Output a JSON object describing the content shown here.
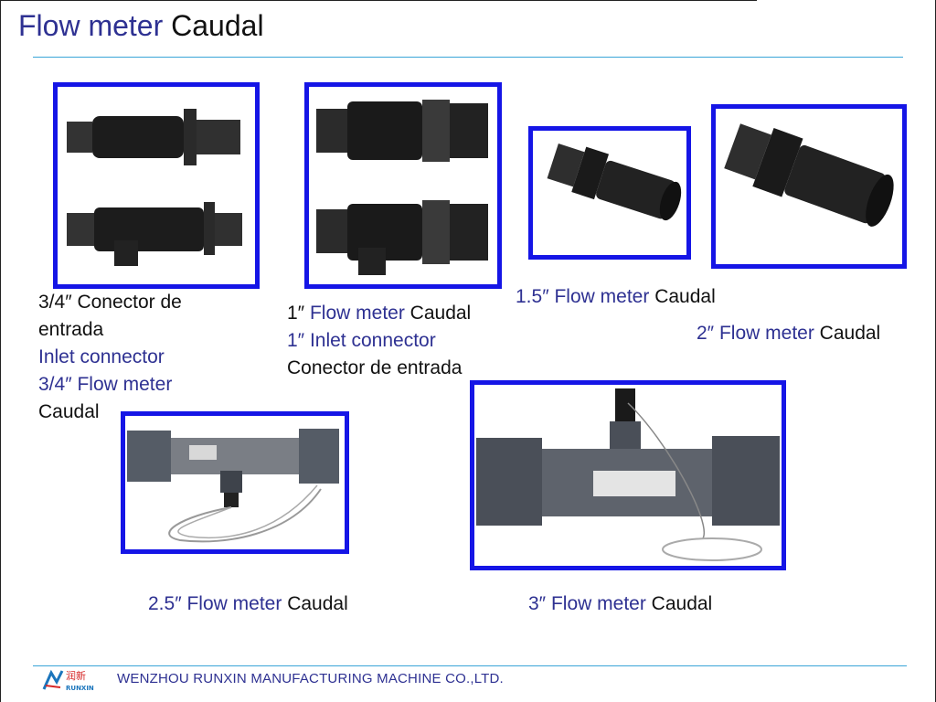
{
  "title": {
    "part1": "Flow meter",
    "part2": "Caudal"
  },
  "captions": {
    "c34": {
      "line1": "3/4″ Conector de",
      "line2": "entrada",
      "line3": "Inlet connector",
      "line4": "3/4″ Flow meter",
      "line5": "Caudal"
    },
    "c1": {
      "size": "1″",
      "fm": "Flow meter",
      "caudal": "Caudal",
      "inlet": "1″ Inlet connector",
      "conector": "Conector de entrada"
    },
    "c15": {
      "size": "1.5″",
      "fm": "Flow meter",
      "caudal": "Caudal"
    },
    "c2": {
      "size": "2″",
      "fm": "Flow meter",
      "caudal": "Caudal"
    },
    "c25": {
      "size": "2.5″",
      "fm": "Flow meter",
      "caudal": "Caudal"
    },
    "c3": {
      "size": "3″",
      "fm": "Flow meter",
      "caudal": "Caudal"
    }
  },
  "footer": {
    "company": "WENZHOU RUNXIN MANUFACTURING MACHINE CO.,LTD.",
    "logo_cn": "润新",
    "logo_en": "RUNXIN"
  },
  "colors": {
    "accent_blue": "#2e3192",
    "frame_blue": "#1515e6",
    "rule": "#3aa5d8"
  }
}
